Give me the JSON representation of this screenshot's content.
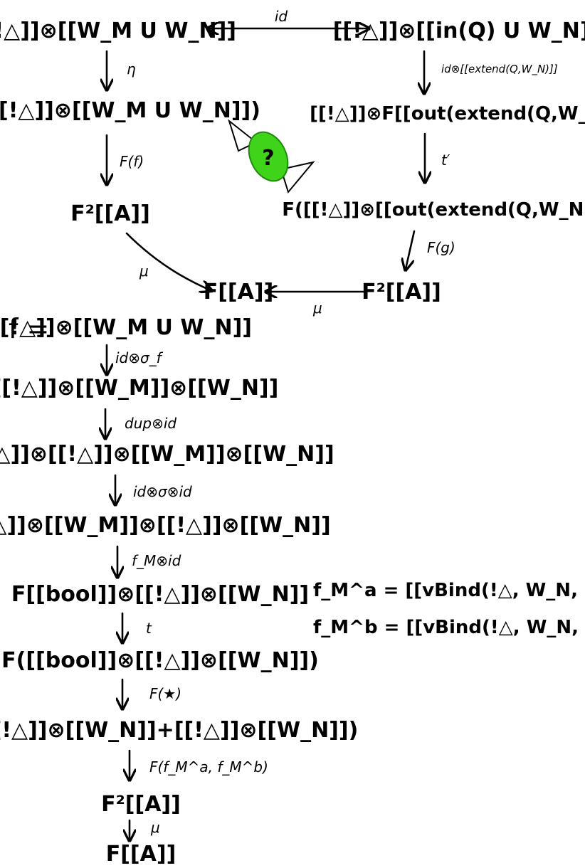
{
  "square": {
    "top_left": "[[!△]]⊗[[W_M U W_N]]",
    "top_right": "[[!△]]⊗[[in(Q) U W_N]]",
    "left_2": "F([[!△]]⊗[[W_M U W_N]])",
    "left_3": "F²[[A]]",
    "right_2": "[[!△]]⊗F[[out(extend(Q,W_N))]]",
    "right_3": "F([[!△]]⊗[[out(extend(Q,W_N))]])",
    "right_4": "F²[[A]]",
    "center": "F[[A]]",
    "arrow_top": "id",
    "arrow_left_1": "η",
    "arrow_left_2": "F(f)",
    "arrow_right_1": "id⊗[[extend(Q,W_N)]]",
    "arrow_right_2": "t′",
    "arrow_right_3": "F(g)",
    "arrow_diag": "μ",
    "arrow_center": "μ",
    "candy": "?"
  },
  "chain": {
    "f_prefix": "f =",
    "nodes": [
      "[[!△]]⊗[[W_M U W_N]]",
      "[[!△]]⊗[[W_M]]⊗[[W_N]]",
      "[[!△]]⊗[[!△]]⊗[[W_M]]⊗[[W_N]]",
      "[[!△]]⊗[[W_M]]⊗[[!△]]⊗[[W_N]]",
      "F[[bool]]⊗[[!△]]⊗[[W_N]]",
      "F([[bool]]⊗[[!△]]⊗[[W_N]])",
      "F([[!△]]⊗[[W_N]]+[[!△]]⊗[[W_N]])",
      "F²[[A]]",
      "F[[A]]"
    ],
    "labels": [
      "id⊗σ_f",
      "dup⊗id",
      "id⊗σ⊗id",
      "f_M⊗id",
      "t",
      "F(★)",
      "F(f_M^a, f_M^b)",
      "μ"
    ]
  },
  "defs": [
    "f_M^a = [[vBind(!△, W_N, M_a, A)]]",
    "f_M^b = [[vBind(!△, W_N, M_b, A)]]"
  ],
  "colors": {
    "candy_fill": "#3fd41a",
    "candy_stroke": "#1f8a0c",
    "ink": "#000000"
  }
}
